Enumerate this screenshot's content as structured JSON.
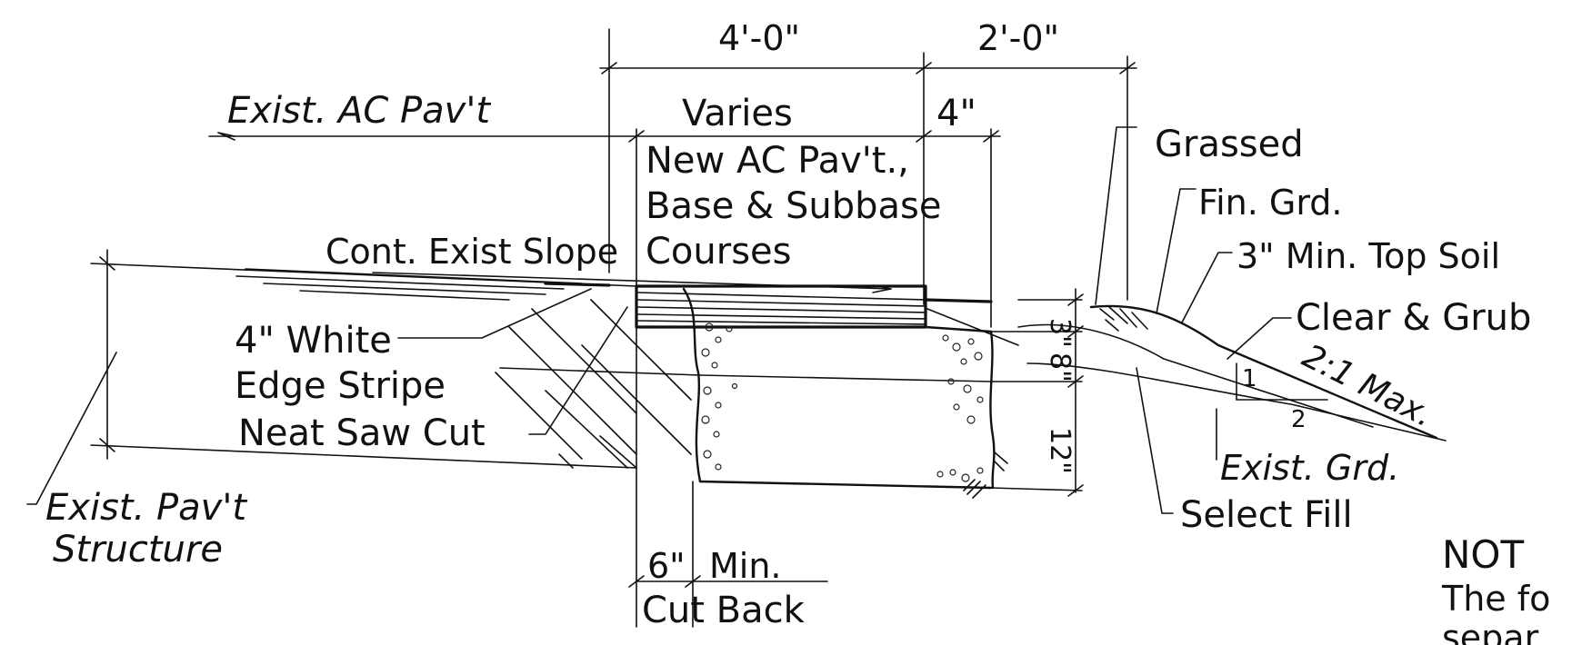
{
  "dimensions": {
    "top_left": "4'-0\"",
    "top_right": "2'-0\"",
    "varies": "Varies",
    "four_in": "4\"",
    "layer_1": "3\"",
    "layer_2": "8\"",
    "layer_3": "12\""
  },
  "labels": {
    "exist_ac_pav": "Exist. AC Pav't",
    "new_ac_line1": "New AC Pav't.,",
    "new_ac_line2": "Base & Subbase",
    "new_ac_line3": "Courses",
    "cont_exist_slope": "Cont. Exist Slope",
    "white_stripe_line1": "4\" White",
    "white_stripe_line2": "Edge Stripe",
    "neat_saw_cut": "Neat Saw Cut",
    "exist_pav_line1": "Exist. Pav't",
    "exist_pav_line2": "Structure",
    "six_in": "6\"",
    "min": "Min.",
    "cut_back": "Cut Back",
    "grassed": "Grassed",
    "fin_grd": "Fin. Grd.",
    "top_soil": "3\" Min. Top Soil",
    "clear_grub": "Clear & Grub",
    "slope": "2:1 Max.",
    "slope_rise": "1",
    "slope_run": "2",
    "exist_grd": "Exist. Grd.",
    "select_fill": "Select Fill",
    "note_title": "NOT",
    "note_line1": "The fo",
    "note_line2": "separ"
  }
}
